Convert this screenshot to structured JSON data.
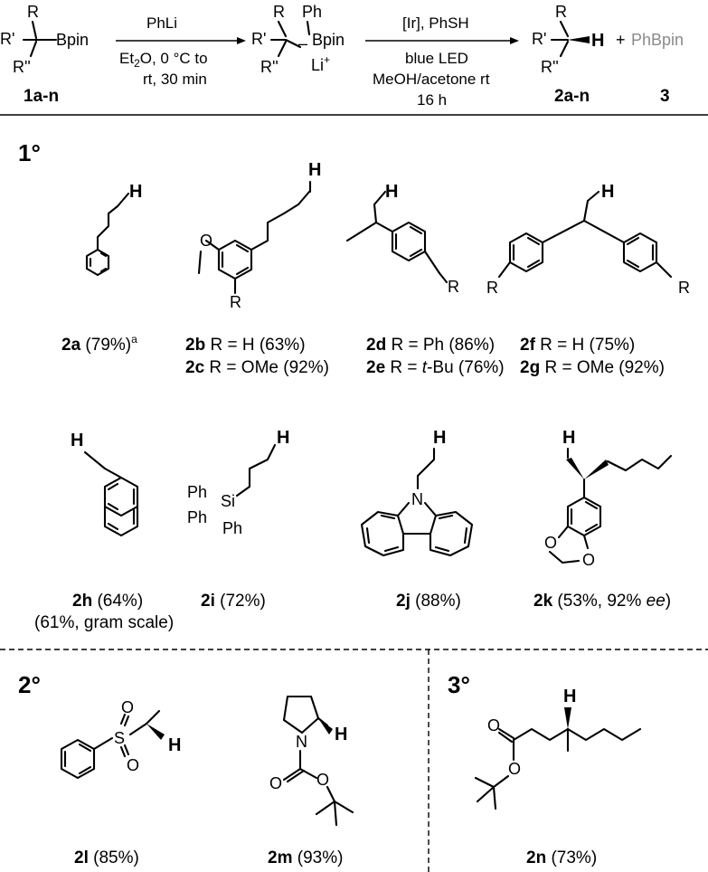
{
  "scheme": {
    "reactant": {
      "sub1": "R",
      "sub2": "R'",
      "sub3": "R''",
      "group": "Bpin",
      "label": "1a-n"
    },
    "step1": {
      "reagent": "PhLi",
      "cond_l1_a": "Et",
      "cond_l1_sub": "2",
      "cond_l1_b": "O, 0 °C to",
      "cond_l2": "rt, 30 min"
    },
    "intermediate": {
      "sub1": "R",
      "sub2": "R'",
      "sub3": "R''",
      "ph": "Ph",
      "group": "Bpin",
      "minus": "–",
      "li": "Li",
      "plus": "+"
    },
    "step2": {
      "reagent": "[Ir], PhSH",
      "cond_l1": "blue LED",
      "cond_l2": "MeOH/acetone rt",
      "cond_l3": "16 h"
    },
    "product": {
      "sub1": "R",
      "sub2": "R'",
      "sub3": "R''",
      "h": "H",
      "plus": "+",
      "byproduct": "PhBpin",
      "label": "2a-n",
      "byproduct_label": "3"
    }
  },
  "sections": {
    "primary": "1°",
    "secondary": "2°",
    "tertiary": "3°"
  },
  "atoms": {
    "H": "H",
    "R": "R",
    "O": "O",
    "N": "N",
    "S": "S",
    "Si": "Si",
    "Ph": "Ph"
  },
  "compounds": {
    "a": {
      "id": "2a",
      "text": " (79%)",
      "sup": "a"
    },
    "b": {
      "id": "2b",
      "text": " R = H (63%)"
    },
    "c": {
      "id": "2c",
      "text": " R = OMe (92%)"
    },
    "d": {
      "id": "2d",
      "text": " R = Ph (86%)"
    },
    "e": {
      "id": "2e",
      "text_a": " R = ",
      "text_i": "t",
      "text_b": "-Bu (76%)"
    },
    "f": {
      "id": "2f",
      "text": "  R = H (75%)"
    },
    "g": {
      "id": "2g",
      "text": " R = OMe (92%)"
    },
    "h": {
      "id": "2h",
      "text": " (64%)",
      "note": "(61%, gram scale)"
    },
    "i": {
      "id": "2i",
      "text": " (72%)"
    },
    "j": {
      "id": "2j",
      "text": " (88%)"
    },
    "k": {
      "id": "2k",
      "text_a": " (53%, 92% ",
      "text_i": "ee",
      "text_b": ")"
    },
    "l": {
      "id": "2l",
      "text": " (85%)"
    },
    "m": {
      "id": "2m",
      "text": " (93%)"
    },
    "n": {
      "id": "2n",
      "text": " (73%)"
    }
  }
}
